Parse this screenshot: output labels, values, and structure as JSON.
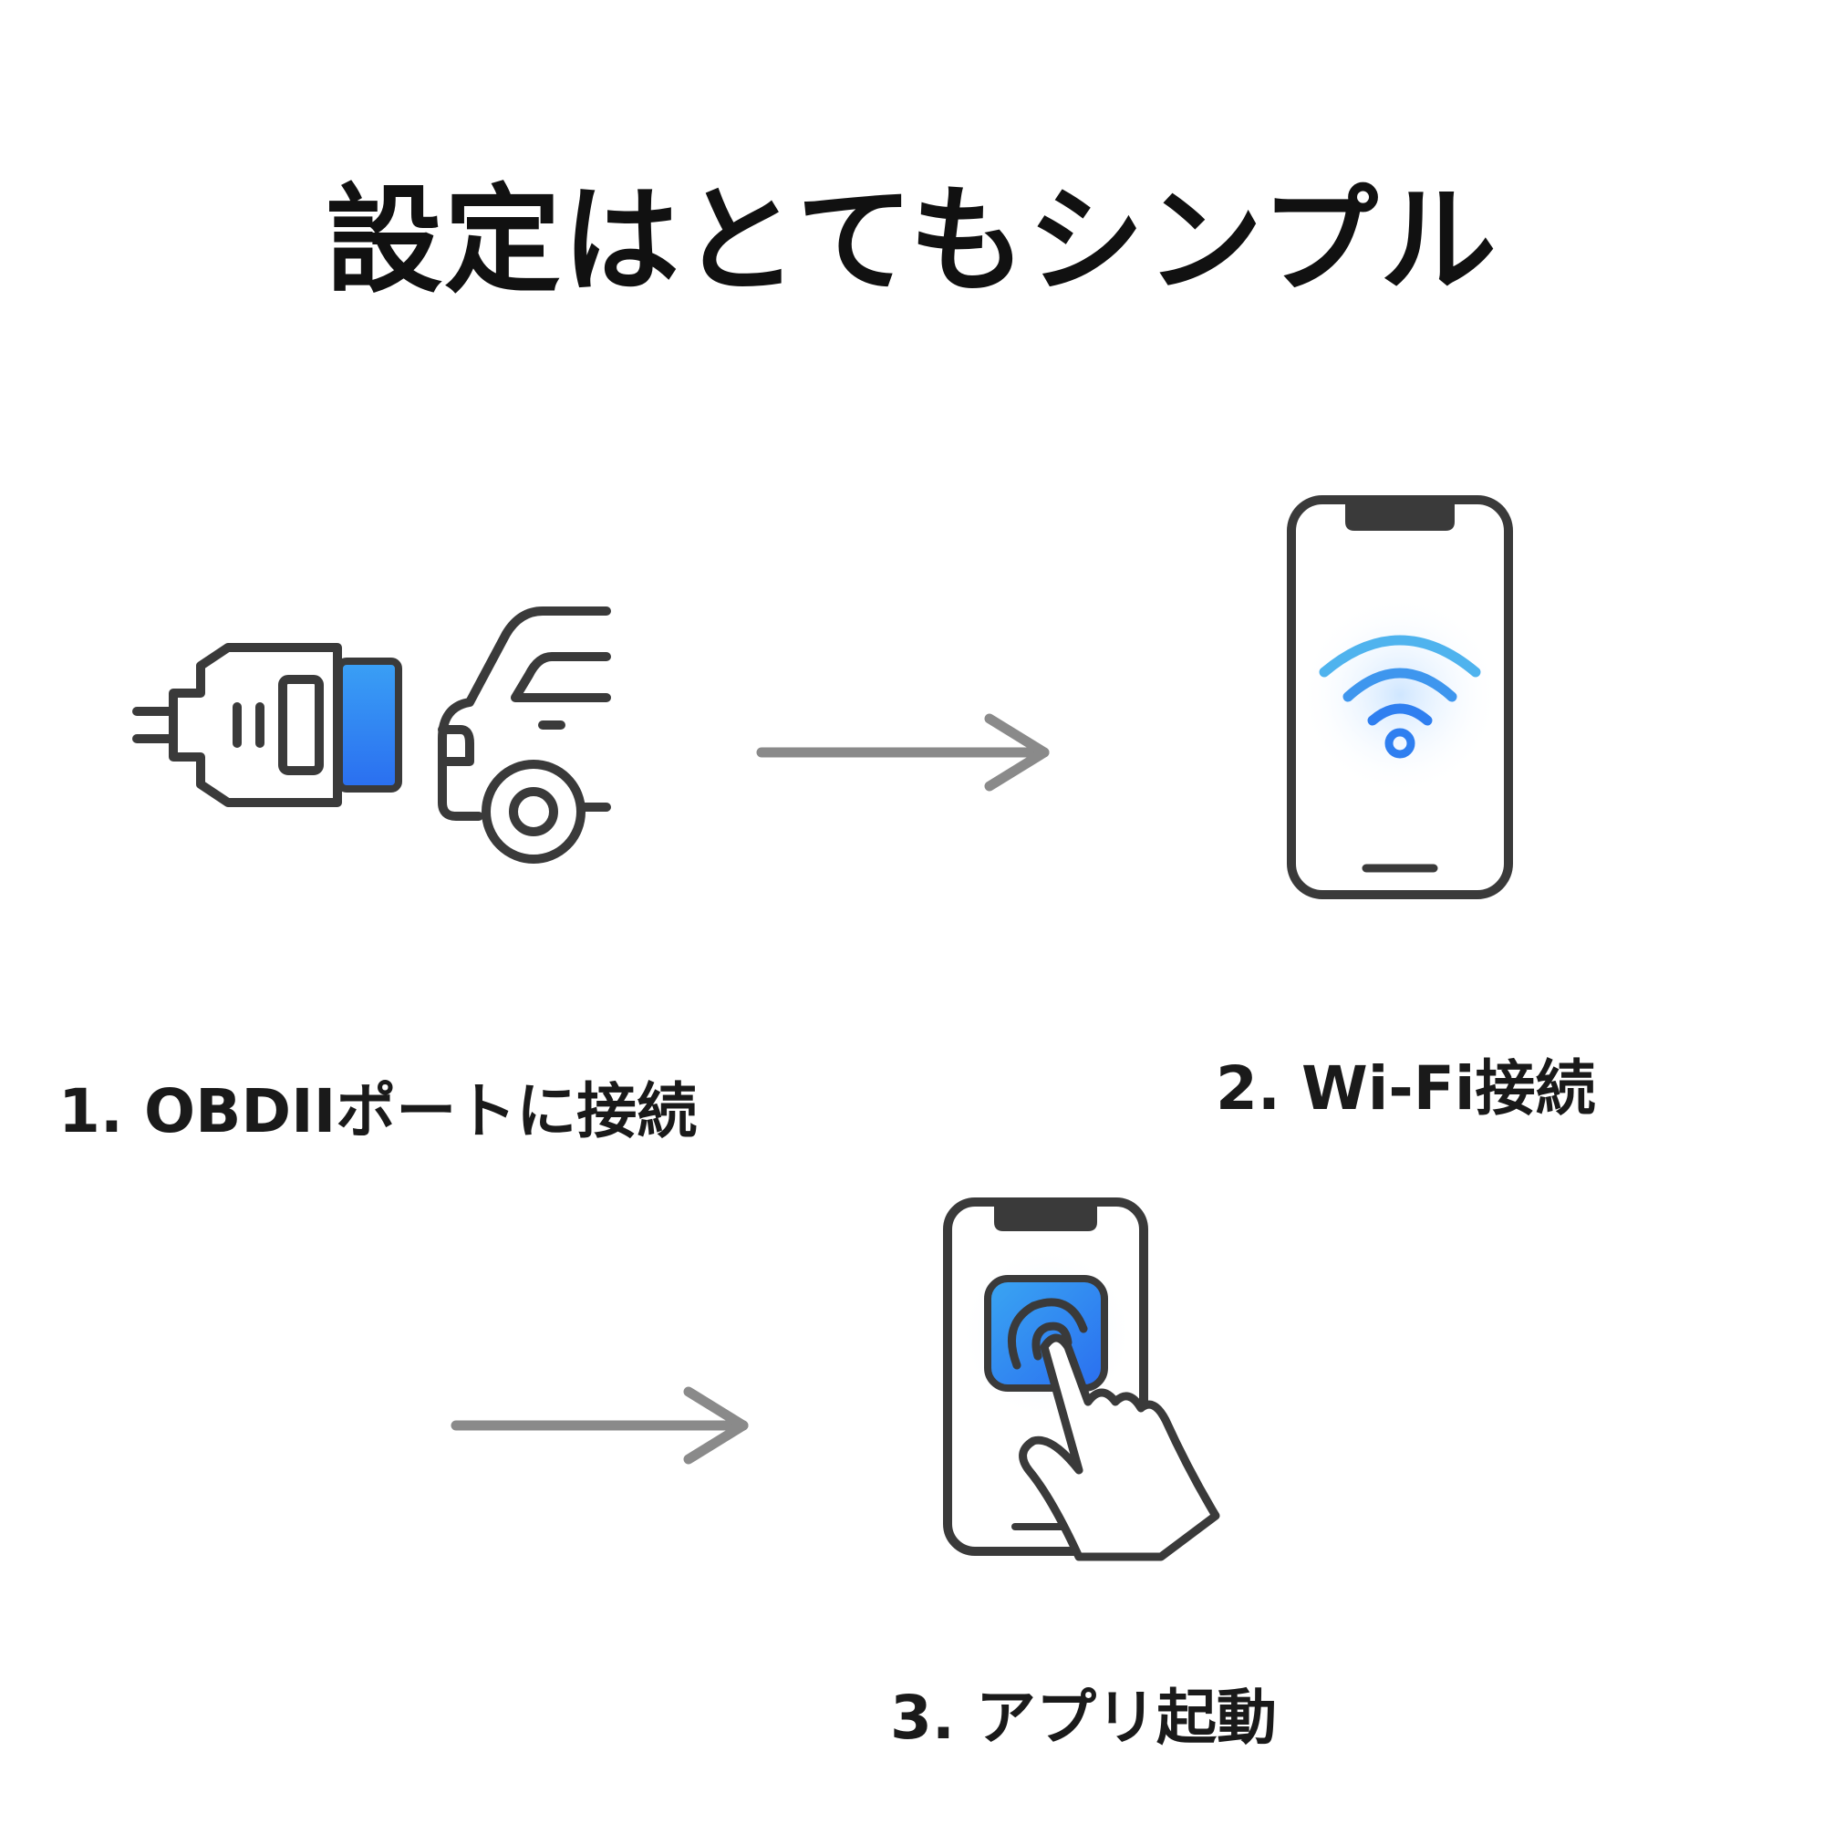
{
  "title": "設定はとてもシンプル",
  "steps": [
    {
      "label": "1. OBDIIポートに接続",
      "icon": "obd-plug-car-icon"
    },
    {
      "label": "2. Wi-Fi接続",
      "icon": "phone-wifi-icon"
    },
    {
      "label": "3. アプリ起動",
      "icon": "phone-tap-app-icon"
    }
  ],
  "colors": {
    "stroke": "#3a3a3a",
    "arrow": "#8a8a8a",
    "accent": "#2f7ff0",
    "accent_light": "#4fb3ee"
  }
}
